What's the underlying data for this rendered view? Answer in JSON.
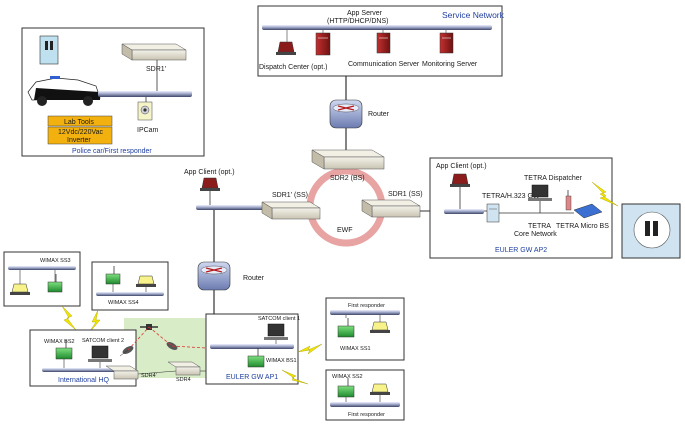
{
  "service_network": {
    "title": "Service Network",
    "app_server_line1": "App Server",
    "app_server_line2": "(HTTP/DHCP/DNS)",
    "dispatch_center": "Dispatch Center (opt.)",
    "communication_server": "Communication Server",
    "monitoring_server": "Monitoring Server"
  },
  "routers": {
    "top": "Router",
    "left": "Router"
  },
  "police_car": {
    "title": "Police car/First responder",
    "sdr": "SDR1'",
    "ipcam": "IPCam",
    "lab_tools": "Lab Tools",
    "inverter_line1": "12Vdc/220Vac",
    "inverter_line2": "Inverter"
  },
  "ewf": {
    "label": "EWF",
    "sdr2": "SDR2 (BS)",
    "sdr1": "SDR1 (SS)",
    "sdr1p": "SDR1' (SS)",
    "app_client_left": "App Client (opt.)"
  },
  "euler_ap2": {
    "title": "EULER GW AP2",
    "app_client": "App Client (opt.)",
    "tetra_gw": "TETRA/H.323 GW",
    "tetra_dispatcher": "TETRA Dispatcher",
    "tetra_core_line1": "TETRA",
    "tetra_core_line2": "Core Network",
    "tetra_micro_bs": "TETRA Micro BS"
  },
  "wimax_ss3": {
    "label": "WIMAX SS3"
  },
  "wimax_ss4": {
    "label": "WIMAX SS4"
  },
  "international_hq": {
    "title": "International HQ",
    "wimax_bs2": "WIMAX BS2",
    "satcom": "SATCOM client 2",
    "sdr4p": "SDR4'",
    "sdr4": "SDR4"
  },
  "euler_ap1": {
    "title": "EULER GW AP1",
    "satcom": "SATCOM client 1",
    "wimax_bs1": "WIMAX BS1"
  },
  "responder1": {
    "title": "First responder",
    "wimax": "WIMAX SS1"
  },
  "responder2": {
    "title": "First responder",
    "wimax": "WIMAX SS2"
  },
  "colors": {
    "ewf_ring": "#e8a3a3",
    "lightning": "#f2e600",
    "lab_tools": "#f2b10e",
    "satcom_region": "#d9ecc8",
    "tetra_terminal": "#cfe3f0",
    "accent_blue": "#1f3f9f",
    "device_red": "#9b1c1c"
  }
}
